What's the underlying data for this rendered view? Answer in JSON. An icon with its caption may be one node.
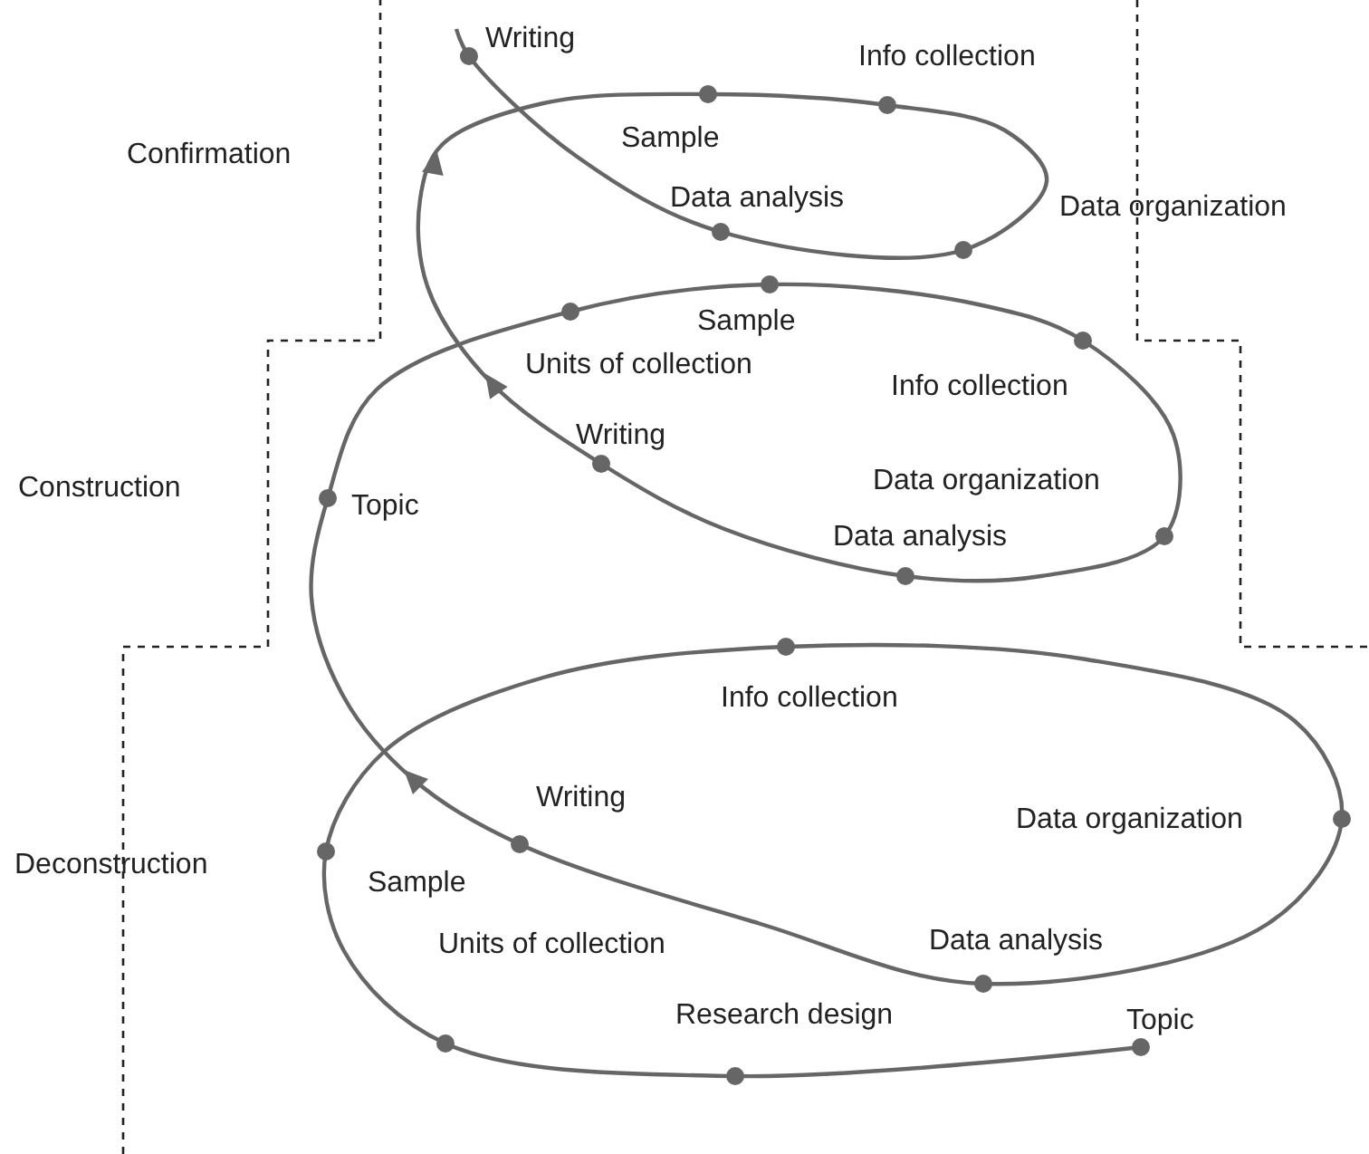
{
  "diagram": {
    "labels": [
      "Writing",
      "Info collection",
      "Confirmation",
      "Sample",
      "Data analysis",
      "Data organization",
      "Sample",
      "Units of collection",
      "Info collection",
      "Writing",
      "Construction",
      "Topic",
      "Data organization",
      "Data analysis",
      "Info collection",
      "Writing",
      "Data organization",
      "Deconstruction",
      "Sample",
      "Data analysis",
      "Units of collection",
      "Research design",
      "Topic"
    ]
  }
}
